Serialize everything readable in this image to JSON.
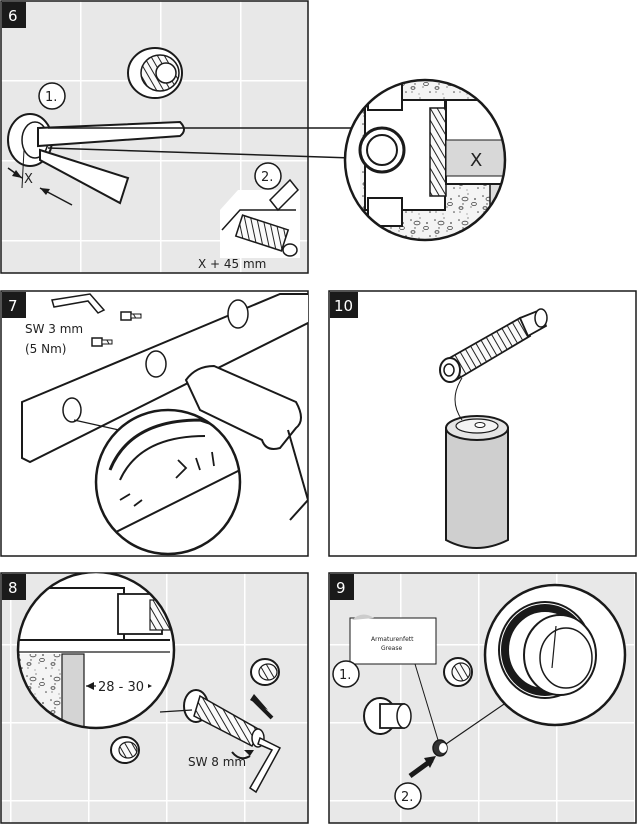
{
  "panels": {
    "p6": {
      "number": "6",
      "step1": "1.",
      "step2": "2.",
      "dim_x": "X",
      "lens_x": "X",
      "formula": "X + 45 mm"
    },
    "p7": {
      "number": "7",
      "wrench": "SW 3 mm",
      "torque": "(5 Nm)"
    },
    "p10": {
      "number": "10"
    },
    "p8": {
      "number": "8",
      "depth": "28 - 30",
      "wrench": "SW 8 mm"
    },
    "p9": {
      "number": "9",
      "label_line1": "Armaturenfett",
      "label_line2": "Grease",
      "step1": "1.",
      "step2": "2."
    }
  },
  "colors": {
    "tile_bg": "#e9e9e9",
    "grout": "#ffffff",
    "line": "#1a1a1a",
    "badge": "#1a1a1a"
  }
}
